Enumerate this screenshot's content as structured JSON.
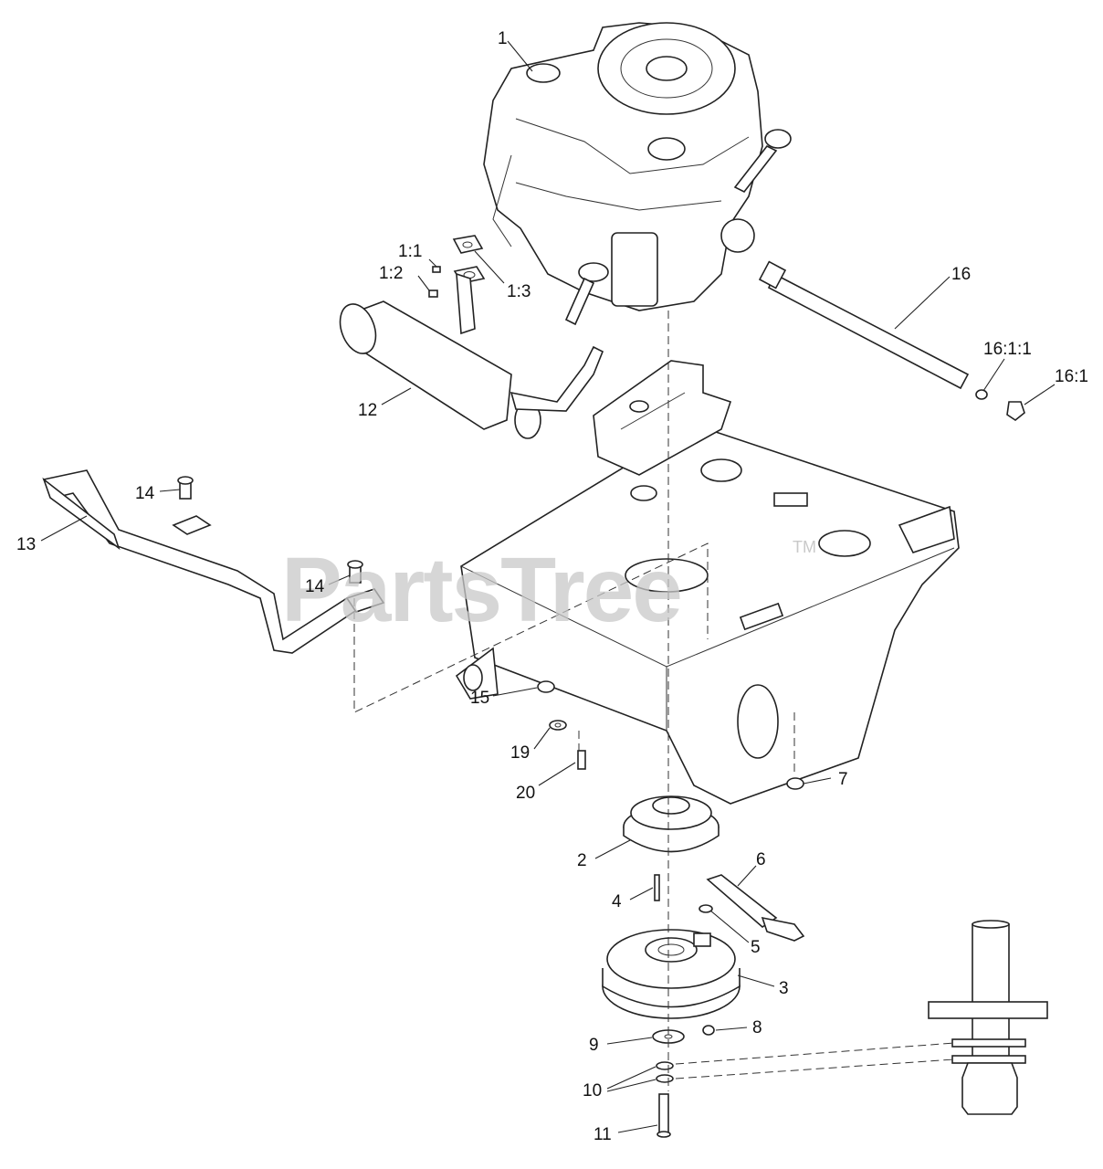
{
  "diagram": {
    "watermark": {
      "text": "PartsTree",
      "trademark": "TM"
    },
    "callouts": [
      {
        "id": "1",
        "label": "1"
      },
      {
        "id": "1-1",
        "label": "1:1"
      },
      {
        "id": "1-2",
        "label": "1:2"
      },
      {
        "id": "1-3",
        "label": "1:3"
      },
      {
        "id": "16",
        "label": "16"
      },
      {
        "id": "16-1-1",
        "label": "16:1:1"
      },
      {
        "id": "16-1",
        "label": "16:1"
      },
      {
        "id": "12",
        "label": "12"
      },
      {
        "id": "14a",
        "label": "14"
      },
      {
        "id": "13",
        "label": "13"
      },
      {
        "id": "14b",
        "label": "14"
      },
      {
        "id": "15",
        "label": "15"
      },
      {
        "id": "19",
        "label": "19"
      },
      {
        "id": "20",
        "label": "20"
      },
      {
        "id": "7",
        "label": "7"
      },
      {
        "id": "2",
        "label": "2"
      },
      {
        "id": "6",
        "label": "6"
      },
      {
        "id": "4",
        "label": "4"
      },
      {
        "id": "5",
        "label": "5"
      },
      {
        "id": "3",
        "label": "3"
      },
      {
        "id": "9",
        "label": "9"
      },
      {
        "id": "8",
        "label": "8"
      },
      {
        "id": "10",
        "label": "10"
      },
      {
        "id": "11",
        "label": "11"
      }
    ]
  }
}
